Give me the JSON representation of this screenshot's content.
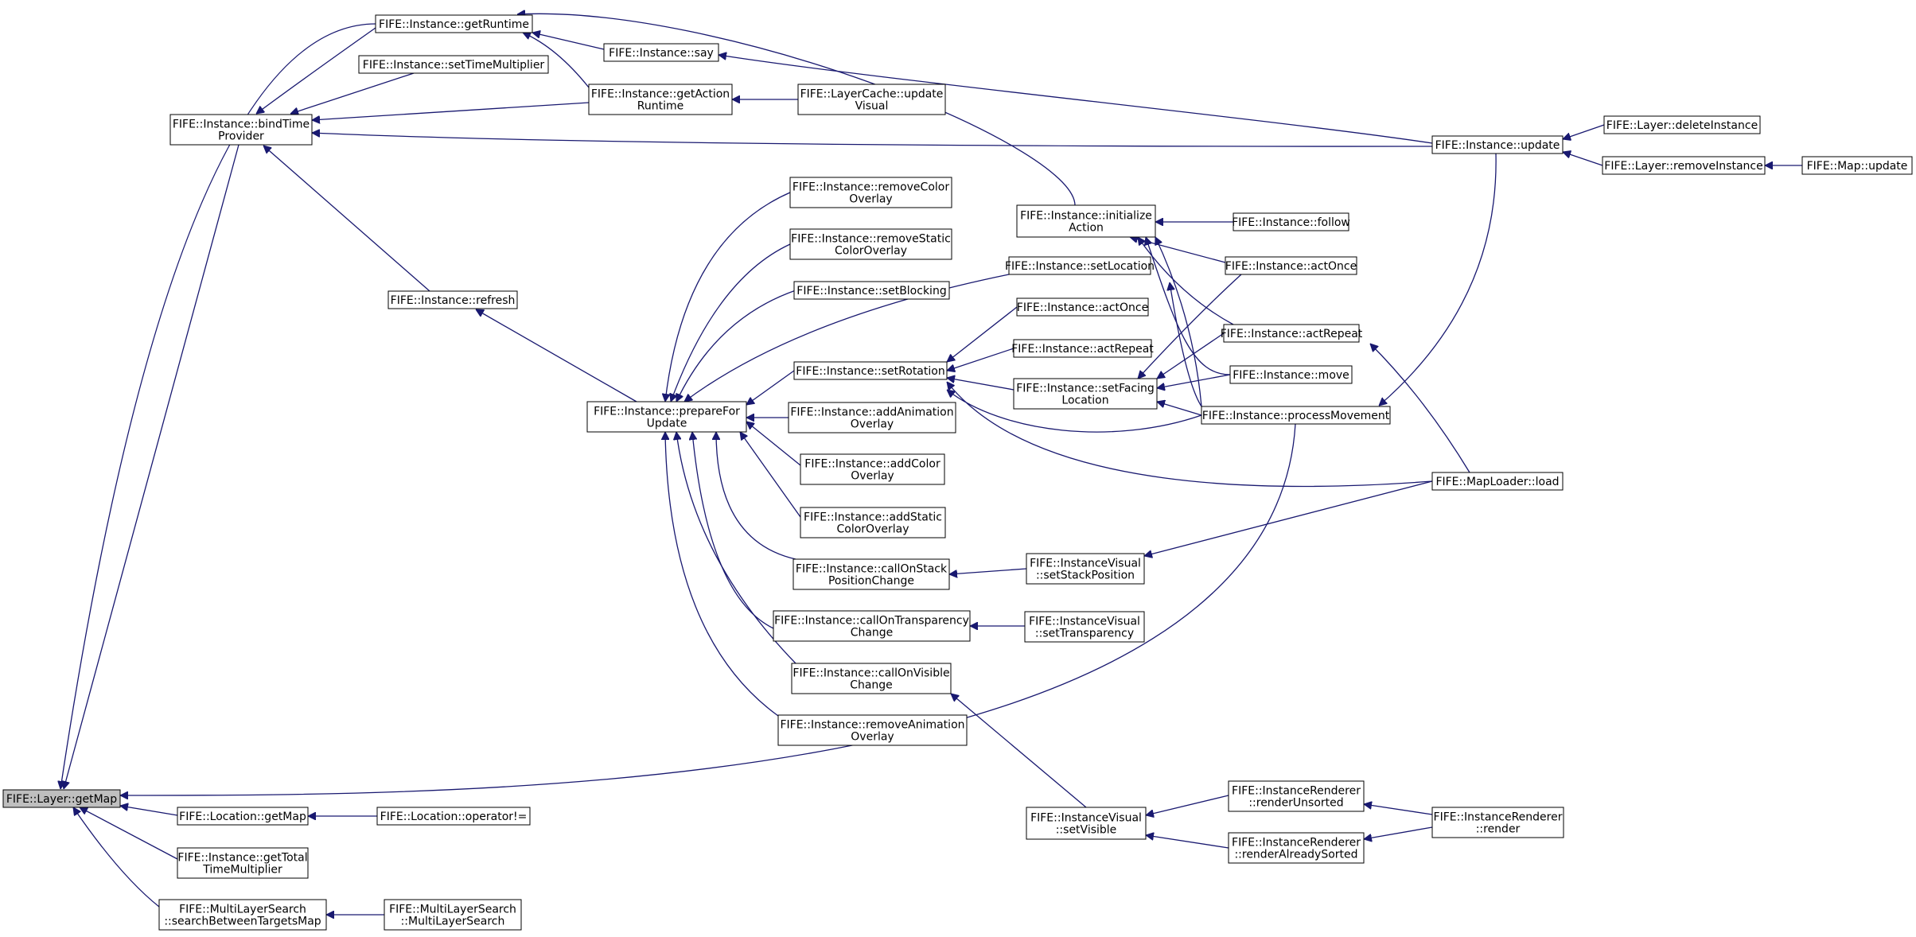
{
  "graph": {
    "nodes": [
      {
        "id": "n1",
        "lines": [
          "FIFE::Layer::getMap"
        ],
        "highlighted": true
      },
      {
        "id": "n2",
        "lines": [
          "FIFE::Instance::bindTime",
          "Provider"
        ]
      },
      {
        "id": "n3",
        "lines": [
          "FIFE::Instance::getRuntime"
        ]
      },
      {
        "id": "n4",
        "lines": [
          "FIFE::Instance::initialize",
          "Action"
        ]
      },
      {
        "id": "n5",
        "lines": [
          "FIFE::Instance::actOnce"
        ]
      },
      {
        "id": "n6",
        "lines": [
          "FIFE::Instance::actRepeat"
        ]
      },
      {
        "id": "n7",
        "lines": [
          "FIFE::MapLoader::load"
        ]
      },
      {
        "id": "n8",
        "lines": [
          "FIFE::Instance::follow"
        ]
      },
      {
        "id": "n9",
        "lines": [
          "FIFE::Instance::move"
        ]
      },
      {
        "id": "n10",
        "lines": [
          "FIFE::Instance::processMovement"
        ]
      },
      {
        "id": "n11",
        "lines": [
          "FIFE::Instance::update"
        ]
      },
      {
        "id": "n12",
        "lines": [
          "FIFE::Layer::deleteInstance"
        ]
      },
      {
        "id": "n13",
        "lines": [
          "FIFE::Layer::removeInstance"
        ]
      },
      {
        "id": "n14",
        "lines": [
          "FIFE::Map::update"
        ]
      },
      {
        "id": "n15",
        "lines": [
          "FIFE::Instance::getAction",
          "Runtime"
        ]
      },
      {
        "id": "n16",
        "lines": [
          "FIFE::LayerCache::update",
          "Visual"
        ]
      },
      {
        "id": "n17",
        "lines": [
          "FIFE::Instance::say"
        ]
      },
      {
        "id": "n18",
        "lines": [
          "FIFE::Instance::setTimeMultiplier"
        ]
      },
      {
        "id": "n19",
        "lines": [
          "FIFE::Instance::refresh"
        ]
      },
      {
        "id": "n20",
        "lines": [
          "FIFE::Instance::prepareFor",
          "Update"
        ]
      },
      {
        "id": "n21",
        "lines": [
          "FIFE::Instance::addAnimation",
          "Overlay"
        ]
      },
      {
        "id": "n22",
        "lines": [
          "FIFE::Instance::addColor",
          "Overlay"
        ]
      },
      {
        "id": "n23",
        "lines": [
          "FIFE::Instance::addStatic",
          "ColorOverlay"
        ]
      },
      {
        "id": "n24",
        "lines": [
          "FIFE::Instance::callOnStack",
          "PositionChange"
        ]
      },
      {
        "id": "n25",
        "lines": [
          "FIFE::InstanceVisual",
          "::setStackPosition"
        ]
      },
      {
        "id": "n26",
        "lines": [
          "FIFE::Instance::callOnTransparency",
          "Change"
        ]
      },
      {
        "id": "n27",
        "lines": [
          "FIFE::InstanceVisual",
          "::setTransparency"
        ]
      },
      {
        "id": "n28",
        "lines": [
          "FIFE::Instance::callOnVisible",
          "Change"
        ]
      },
      {
        "id": "n29",
        "lines": [
          "FIFE::InstanceVisual",
          "::setVisible"
        ]
      },
      {
        "id": "n30",
        "lines": [
          "FIFE::InstanceRenderer",
          "::renderAlreadySorted"
        ]
      },
      {
        "id": "n31",
        "lines": [
          "FIFE::InstanceRenderer",
          "::render"
        ]
      },
      {
        "id": "n32",
        "lines": [
          "FIFE::InstanceRenderer",
          "::renderUnsorted"
        ]
      },
      {
        "id": "n33",
        "lines": [
          "FIFE::Instance::removeAnimation",
          "Overlay"
        ]
      },
      {
        "id": "n34",
        "lines": [
          "FIFE::Instance::removeColor",
          "Overlay"
        ]
      },
      {
        "id": "n35",
        "lines": [
          "FIFE::Instance::removeStatic",
          "ColorOverlay"
        ]
      },
      {
        "id": "n36",
        "lines": [
          "FIFE::Instance::setBlocking"
        ]
      },
      {
        "id": "n37",
        "lines": [
          "FIFE::Instance::setLocation"
        ]
      },
      {
        "id": "n38",
        "lines": [
          "FIFE::Instance::setRotation"
        ]
      },
      {
        "id": "n39",
        "lines": [
          "FIFE::Instance::actOnce"
        ]
      },
      {
        "id": "n40",
        "lines": [
          "FIFE::Instance::actRepeat"
        ]
      },
      {
        "id": "n41",
        "lines": [
          "FIFE::Instance::setFacing",
          "Location"
        ]
      },
      {
        "id": "n42",
        "lines": [
          "FIFE::Location::getMap"
        ]
      },
      {
        "id": "n43",
        "lines": [
          "FIFE::Location::operator!="
        ]
      },
      {
        "id": "n44",
        "lines": [
          "FIFE::Instance::getTotal",
          "TimeMultiplier"
        ]
      },
      {
        "id": "n45",
        "lines": [
          "FIFE::MultiLayerSearch",
          "::searchBetweenTargetsMap"
        ]
      },
      {
        "id": "n46",
        "lines": [
          "FIFE::MultiLayerSearch",
          "::MultiLayerSearch"
        ]
      }
    ],
    "edges": [
      [
        "n1",
        "n2"
      ],
      [
        "n1",
        "n3"
      ],
      [
        "n1",
        "n10"
      ],
      [
        "n1",
        "n42"
      ],
      [
        "n1",
        "n44"
      ],
      [
        "n1",
        "n45"
      ],
      [
        "n2",
        "n3"
      ],
      [
        "n2",
        "n15"
      ],
      [
        "n2",
        "n18"
      ],
      [
        "n2",
        "n11"
      ],
      [
        "n2",
        "n19"
      ],
      [
        "n3",
        "n4"
      ],
      [
        "n3",
        "n15"
      ],
      [
        "n3",
        "n17"
      ],
      [
        "n4",
        "n5"
      ],
      [
        "n4",
        "n6"
      ],
      [
        "n4",
        "n8"
      ],
      [
        "n4",
        "n9"
      ],
      [
        "n4",
        "n10"
      ],
      [
        "n6",
        "n7"
      ],
      [
        "n10",
        "n11"
      ],
      [
        "n11",
        "n12"
      ],
      [
        "n11",
        "n13"
      ],
      [
        "n13",
        "n14"
      ],
      [
        "n15",
        "n16"
      ],
      [
        "n17",
        "n11"
      ],
      [
        "n19",
        "n20"
      ],
      [
        "n20",
        "n21"
      ],
      [
        "n20",
        "n22"
      ],
      [
        "n20",
        "n23"
      ],
      [
        "n20",
        "n24"
      ],
      [
        "n20",
        "n26"
      ],
      [
        "n20",
        "n28"
      ],
      [
        "n20",
        "n33"
      ],
      [
        "n20",
        "n34"
      ],
      [
        "n20",
        "n35"
      ],
      [
        "n20",
        "n36"
      ],
      [
        "n20",
        "n37"
      ],
      [
        "n20",
        "n38"
      ],
      [
        "n24",
        "n25"
      ],
      [
        "n25",
        "n7"
      ],
      [
        "n26",
        "n27"
      ],
      [
        "n28",
        "n29"
      ],
      [
        "n29",
        "n30"
      ],
      [
        "n29",
        "n32"
      ],
      [
        "n30",
        "n31"
      ],
      [
        "n32",
        "n31"
      ],
      [
        "n37",
        "n10"
      ],
      [
        "n38",
        "n39"
      ],
      [
        "n38",
        "n40"
      ],
      [
        "n38",
        "n41"
      ],
      [
        "n38",
        "n10"
      ],
      [
        "n38",
        "n7"
      ],
      [
        "n41",
        "n5"
      ],
      [
        "n41",
        "n6"
      ],
      [
        "n41",
        "n9"
      ],
      [
        "n41",
        "n10"
      ],
      [
        "n42",
        "n43"
      ],
      [
        "n45",
        "n46"
      ]
    ],
    "colors": {
      "edge": "#191970",
      "node_border": "#000000",
      "node_fill": "#ffffff",
      "highlight_fill": "#bfbfbf",
      "text": "#000000"
    }
  }
}
